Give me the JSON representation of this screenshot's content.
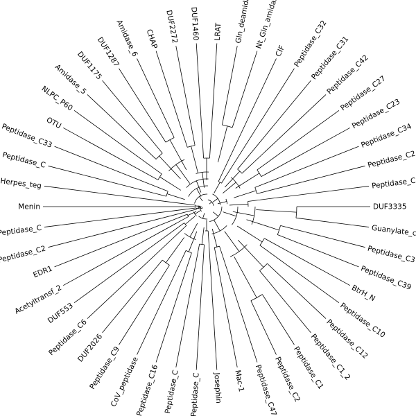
{
  "tree": {
    "leaves": [
      {
        "name": "DUF3335",
        "angle": 0
      },
      {
        "name": "Guanylate_cyc",
        "angle": 9
      },
      {
        "name": "Peptidase_C3",
        "angle": 18
      },
      {
        "name": "Peptidase_C39",
        "angle": 27
      },
      {
        "name": "BtrH_N",
        "angle": 36
      },
      {
        "name": "Peptidase_C10",
        "angle": 45
      },
      {
        "name": "Peptidase_C12",
        "angle": 54
      },
      {
        "name": "Peptidase_C1_2",
        "angle": 63
      },
      {
        "name": "Peptidase_C1",
        "angle": 72
      },
      {
        "name": "Peptidase_C2",
        "angle": 81
      },
      {
        "name": "Peptidase_C47",
        "angle": 90
      },
      {
        "name": "Mac-1",
        "angle": 99
      },
      {
        "name": "Josephin",
        "angle": 108
      },
      {
        "name": "Peptidase_C",
        "angle": 117
      },
      {
        "name": "Peptidase_C",
        "angle": 126
      },
      {
        "name": "Peptidase_C16",
        "angle": 135
      },
      {
        "name": "CoV_peptidase",
        "angle": 144
      },
      {
        "name": "Peptidase_C9",
        "angle": 153
      },
      {
        "name": "DUF2026",
        "angle": 162
      },
      {
        "name": "Peptidase_C6",
        "angle": 171
      },
      {
        "name": "DUF553",
        "angle": 180
      },
      {
        "name": "Acetyltransf_2",
        "angle": 189
      },
      {
        "name": "EDR1",
        "angle": 198
      },
      {
        "name": "Peptidase_C2",
        "angle": 207
      },
      {
        "name": "Peptidase_C",
        "angle": 216
      },
      {
        "name": "Menin",
        "angle": 225
      },
      {
        "name": "Herpes_teg",
        "angle": 234
      },
      {
        "name": "Peptidase_C",
        "angle": 243
      },
      {
        "name": "Peptidase_C33",
        "angle": 252
      },
      {
        "name": "OTU",
        "angle": 261
      },
      {
        "name": "NLPC_P60",
        "angle": 270
      },
      {
        "name": "Amidase_5",
        "angle": 279
      },
      {
        "name": "DUF1175",
        "angle": 288
      },
      {
        "name": "DUF1287",
        "angle": 297
      },
      {
        "name": "Amidase_6",
        "angle": 306
      },
      {
        "name": "CHAP",
        "angle": 315
      },
      {
        "name": "DUF2272",
        "angle": 324
      },
      {
        "name": "DUF1460",
        "angle": 333
      },
      {
        "name": "LRAT",
        "angle": 342
      },
      {
        "name": "Gln_deamidase",
        "angle": 351
      },
      {
        "name": "Nt_Gln_amidase",
        "angle": 360
      },
      {
        "name": "CIF",
        "angle": 369
      },
      {
        "name": "Peptidase_C32",
        "angle": 378
      },
      {
        "name": "Peptidase_C31",
        "angle": 387
      },
      {
        "name": "Peptidase_C42",
        "angle": 396
      },
      {
        "name": "Peptidase_C27",
        "angle": 405
      },
      {
        "name": "Peptidase_C23",
        "angle": 414
      },
      {
        "name": "Peptidase_C34",
        "angle": 423
      },
      {
        "name": "Peptidase_C2",
        "angle": 432
      },
      {
        "name": "Peptidase_C",
        "angle": 441
      }
    ]
  }
}
